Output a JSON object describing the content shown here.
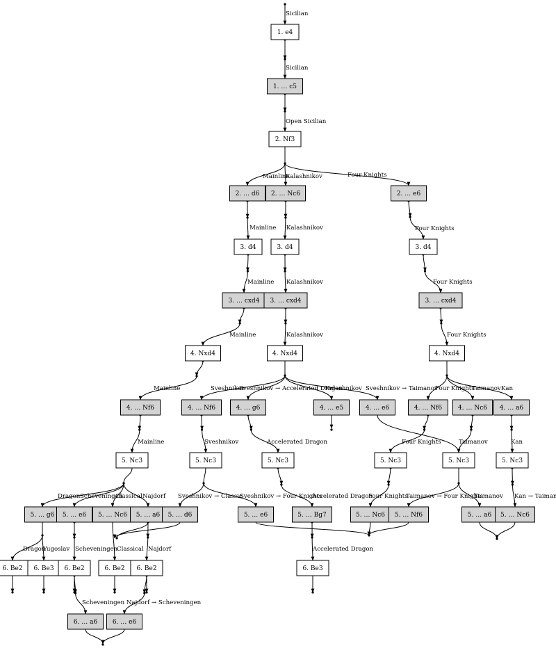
{
  "colors": {
    "white_move": "#ffffff",
    "black_move": "#d3d3d3",
    "ink": "#000000"
  },
  "nodes": {
    "n_e4": "1. e4",
    "n_c5": "1. … c5",
    "n_nf3": "2. Nf3",
    "n_d6": "2. … d6",
    "n_nc6a": "2. … Nc6",
    "n_e6a": "2. … e6",
    "n_d4a": "3. d4",
    "n_d4b": "3. d4",
    "n_d4c": "3. d4",
    "n_cxd4a": "3. … cxd4",
    "n_cxd4b": "3. … cxd4",
    "n_cxd4c": "3. … cxd4",
    "n_nxd4a": "4. Nxd4",
    "n_nxd4b": "4. Nxd4",
    "n_nxd4c": "4. Nxd4",
    "n_nf6a": "4. … Nf6",
    "n_nf6b": "4. … Nf6",
    "n_g6a": "4. … g6",
    "n_e5": "4. … e5",
    "n_e6b": "4. … e6",
    "n_nf6c": "4. … Nf6",
    "n_nc6b": "4. … Nc6",
    "n_a6a": "4. … a6",
    "n_nc3a": "5. Nc3",
    "n_nc3b": "5. Nc3",
    "n_nc3c": "5. Nc3",
    "n_nc3d": "5. Nc3",
    "n_nc3e": "5. Nc3",
    "n_nc3f": "5. Nc3",
    "n_g6b": "5. … g6",
    "n_e6c": "5. … e6",
    "n_nc6c": "5. … Nc6",
    "n_a6b": "5. … a6",
    "n_d6b": "5. … d6",
    "n_e6d": "5. … e6",
    "n_bg7": "5. … Bg7",
    "n_nc6d": "5. … Nc6",
    "n_nf6d": "5. … Nf6",
    "n_a6c": "5. … a6",
    "n_nc6e": "5. … Nc6",
    "n_be2a": "6. Be2",
    "n_be3a": "6. Be3",
    "n_be2b": "6. Be2",
    "n_be2c": "6. Be2",
    "n_be2d": "6. Be2",
    "n_be3b": "6. Be3",
    "n_a6d": "6. … a6",
    "n_e6e": "6. … e6"
  },
  "edge_labels": {
    "l_root": "Sicilian",
    "l_e4": "Sicilian",
    "l_c5": "Open Sicilian",
    "l_mainline": "Mainline",
    "l_kalashnikov": "Kalashnikov",
    "l_fourknights": "Four Knights",
    "l_d6": "Mainline",
    "l_nc6": "Kalashnikov",
    "l_e6": "Four Knights",
    "l_d4a": "Mainline",
    "l_d4b": "Kalashnikov",
    "l_d4c": "Four Knights",
    "l_cxd4a": "Mainline",
    "l_cxd4b": "Kalashnikov",
    "l_cxd4c": "Four Knights",
    "l_nxd4a": "Mainline",
    "l_sveshnikov": "Sveshnikov",
    "l_sv_accel": "Sveshnikov → Accelerated Dragon",
    "l_kalash2": "Kalashnikov",
    "l_sv_taim": "Sveshnikov → Taimanov",
    "l_fk2": "Four Knights",
    "l_taimanov": "Taimanov",
    "l_kan": "Kan",
    "l_nf6a": "Mainline",
    "l_nf6b": "Sveshnikov",
    "l_g6a": "Accelerated Dragon",
    "l_nf6c": "Four Knights",
    "l_nc6b": "Taimanov",
    "l_a6a": "Kan",
    "l_dragon": "Dragon",
    "l_scheveningen": "Scheveningen",
    "l_classical": "Classical",
    "l_najdorf": "Najdorf",
    "l_sv_classic": "Sveshnikov → Classic",
    "l_sv_fk": "Sveshnikov → Four Knights",
    "l_accel2": "Accelerated Dragon",
    "l_fk3": "Four Knights",
    "l_taim_fk": "Taimanov → Four Knights",
    "l_taim2": "Taimanov",
    "l_kan_taim": "Kan → Taimanov",
    "l_dragon2": "Dragon",
    "l_yugoslav": "Yugoslav",
    "l_schev2": "Scheveningen",
    "l_classical2": "Classical",
    "l_najdorf2": "Najdorf",
    "l_accel3": "Accelerated Dragon",
    "l_schev3": "Scheveningen",
    "l_najdorf_schev": "Najdorf → Scheveningen"
  }
}
